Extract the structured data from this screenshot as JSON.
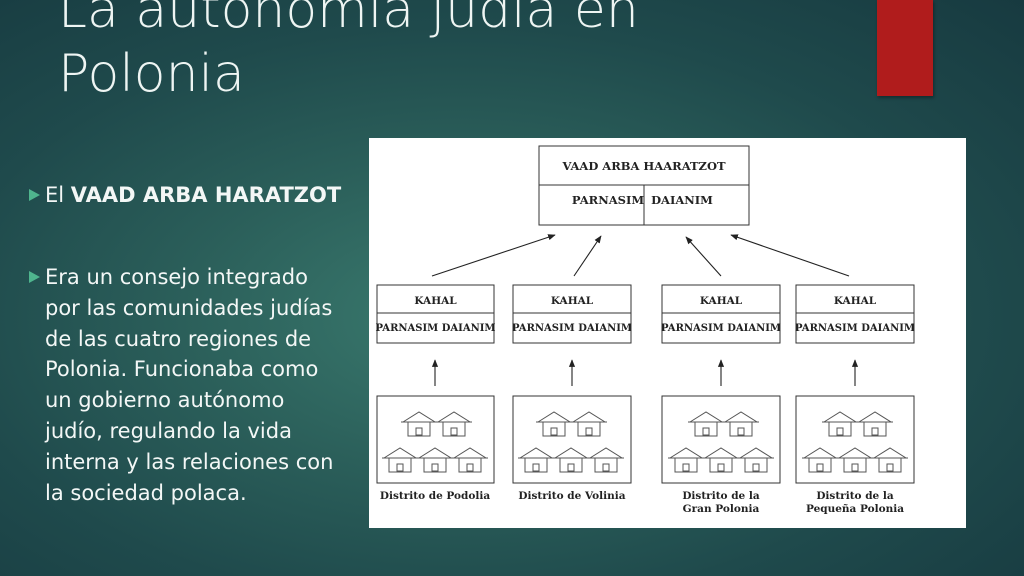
{
  "slide": {
    "title": "La autonomía judía en Polonia",
    "heading_prefix": "El ",
    "heading_bold": "VAAD ARBA HARATZOT",
    "body": "Era un consejo integrado por las comunidades judías de las cuatro regiones de Polonia. Funcionaba como un gobierno autónomo judío, regulando la vida interna y las relaciones con la sociedad polaca."
  },
  "colors": {
    "background": "#2b5f5a",
    "accent_red": "#b01c1c",
    "bullet_green": "#4fb58e"
  },
  "diagram": {
    "top_box": {
      "title": "VAAD ARBA HAARATZOT",
      "left_cell": "PARNASIM",
      "right_cell": "DAIANIM"
    },
    "kahal_boxes": [
      {
        "title": "KAHAL",
        "subtitle": "PARNASIM DAIANIM"
      },
      {
        "title": "KAHAL",
        "subtitle": "PARNASIM DAIANIM"
      },
      {
        "title": "KAHAL",
        "subtitle": "PARNASIM DAIANIM"
      },
      {
        "title": "KAHAL",
        "subtitle": "PARNASIM DAIANIM"
      }
    ],
    "districts": [
      {
        "line1": "Distrito de Podolia",
        "line2": ""
      },
      {
        "line1": "Distrito de Volinia",
        "line2": ""
      },
      {
        "line1": "Distrito de la",
        "line2": "Gran Polonia"
      },
      {
        "line1": "Distrito de la",
        "line2": "Pequeña Polonia"
      }
    ],
    "house_icon": "house-icon"
  }
}
